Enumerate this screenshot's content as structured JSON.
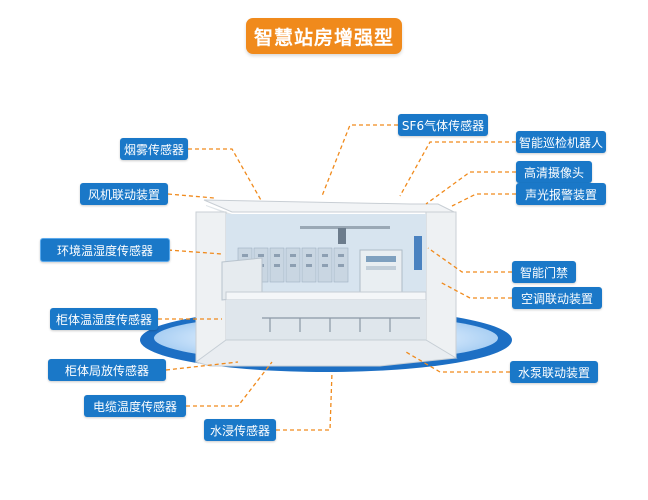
{
  "title": "智慧站房增强型",
  "labels": {
    "sf6": "SF6气体传感器",
    "robot": "智能巡检机器人",
    "camera": "高清摄像头",
    "alarm": "声光报警装置",
    "smoke": "烟雾传感器",
    "fan": "风机联动装置",
    "env": "环境温湿度传感器",
    "access": "智能门禁",
    "aircon": "空调联动装置",
    "cabinet_temp": "柜体温湿度传感器",
    "partial_discharge": "柜体局放传感器",
    "pump": "水泵联动装置",
    "cable_temp": "电缆温度传感器",
    "water": "水浸传感器"
  },
  "colors": {
    "title_bg": "#f08a1c",
    "label_bg": "#1a78c8",
    "leader": "#f08a1c",
    "ellipse": "#1d6fc4"
  }
}
